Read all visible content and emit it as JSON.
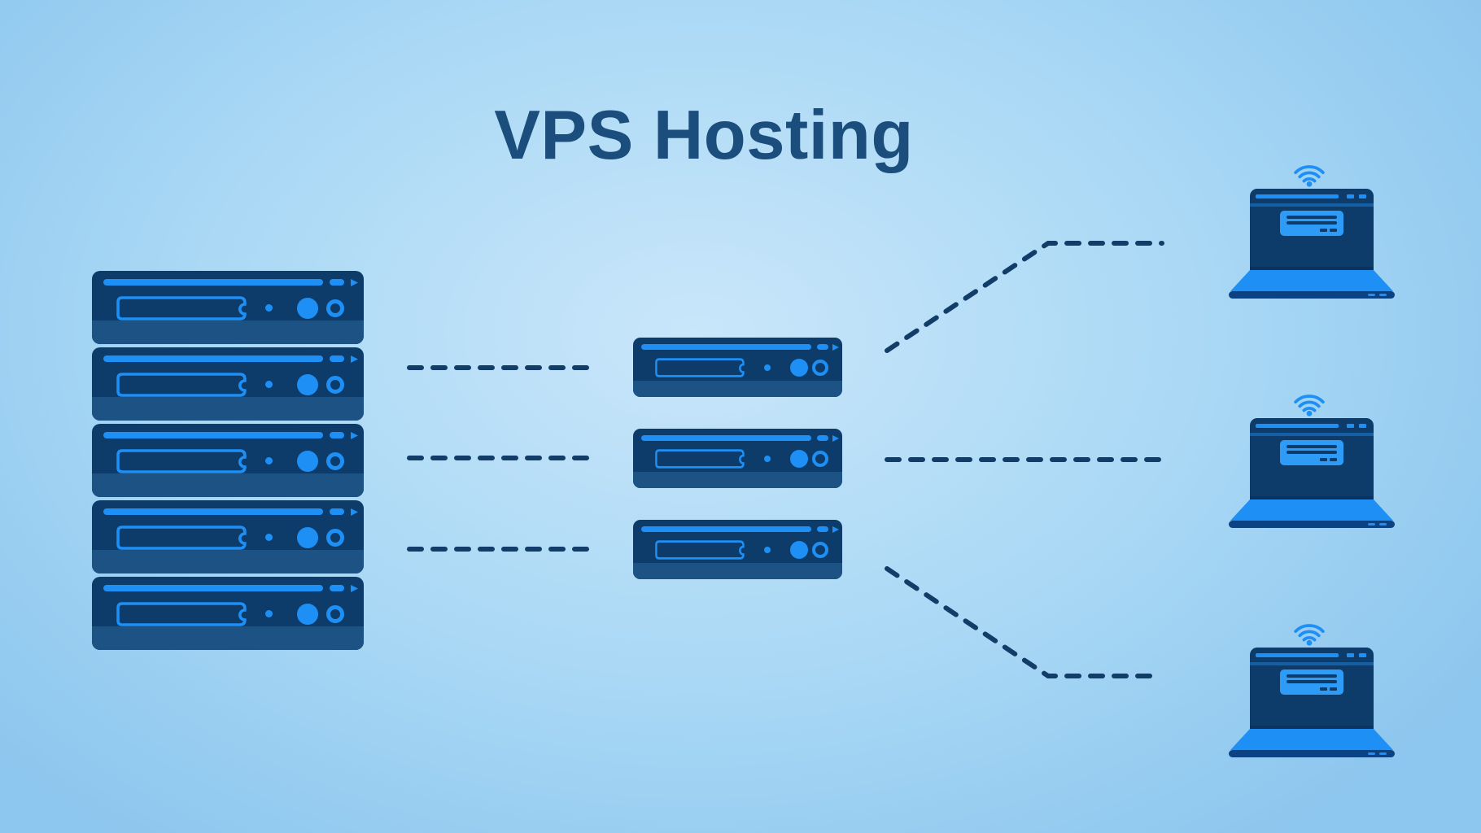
{
  "title": "VPS Hosting",
  "colors": {
    "bg_center": "#c9e6fa",
    "bg_mid": "#a9d8f5",
    "bg_edge": "#8dc6ee",
    "navy": "#0d3c6b",
    "navy_band": "#1c5284",
    "accent": "#1e8ff5",
    "panel": "#2e9cf6",
    "screen_subline": "#1560a5",
    "laptop_foot": "#0b4283",
    "connector": "#123d69",
    "title_color": "#1c4e7d"
  },
  "diagram": {
    "rack": {
      "name": "server-rack",
      "unit_count": 5
    },
    "vps_servers": {
      "name": "vps-server",
      "count": 3
    },
    "clients": {
      "name": "client-laptop",
      "count": 3
    },
    "connection_count": 6
  }
}
